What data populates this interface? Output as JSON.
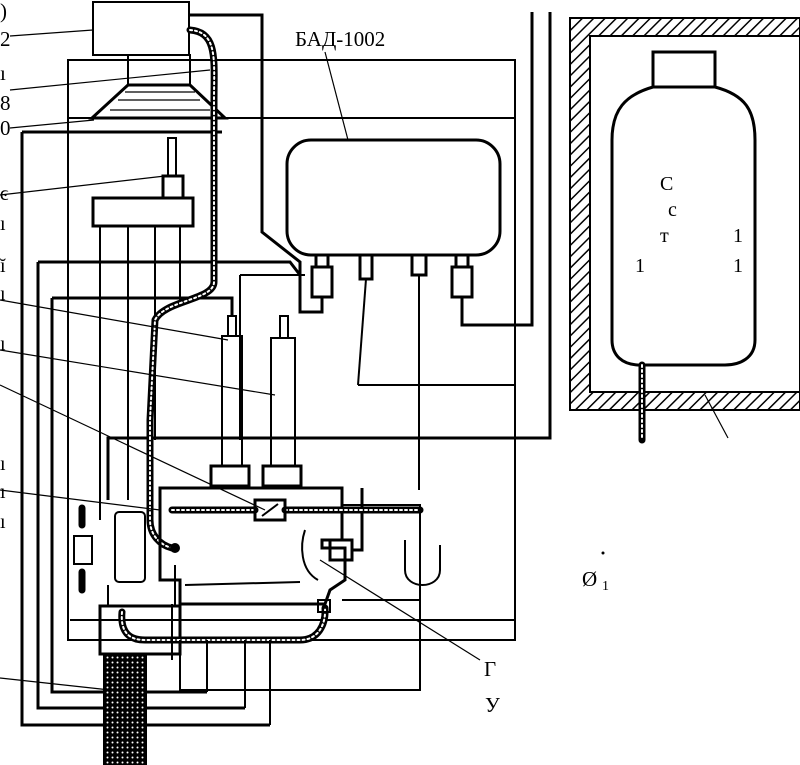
{
  "title": "БАД-1002",
  "left_labels": [
    "2",
    "8",
    "0"
  ],
  "right_bottom_labels": [
    "Г",
    "У"
  ],
  "diameter_symbol": "Ø",
  "diameter_index": "1",
  "bottle_text": [
    "С",
    "с",
    "т",
    "1",
    "1",
    "1"
  ]
}
